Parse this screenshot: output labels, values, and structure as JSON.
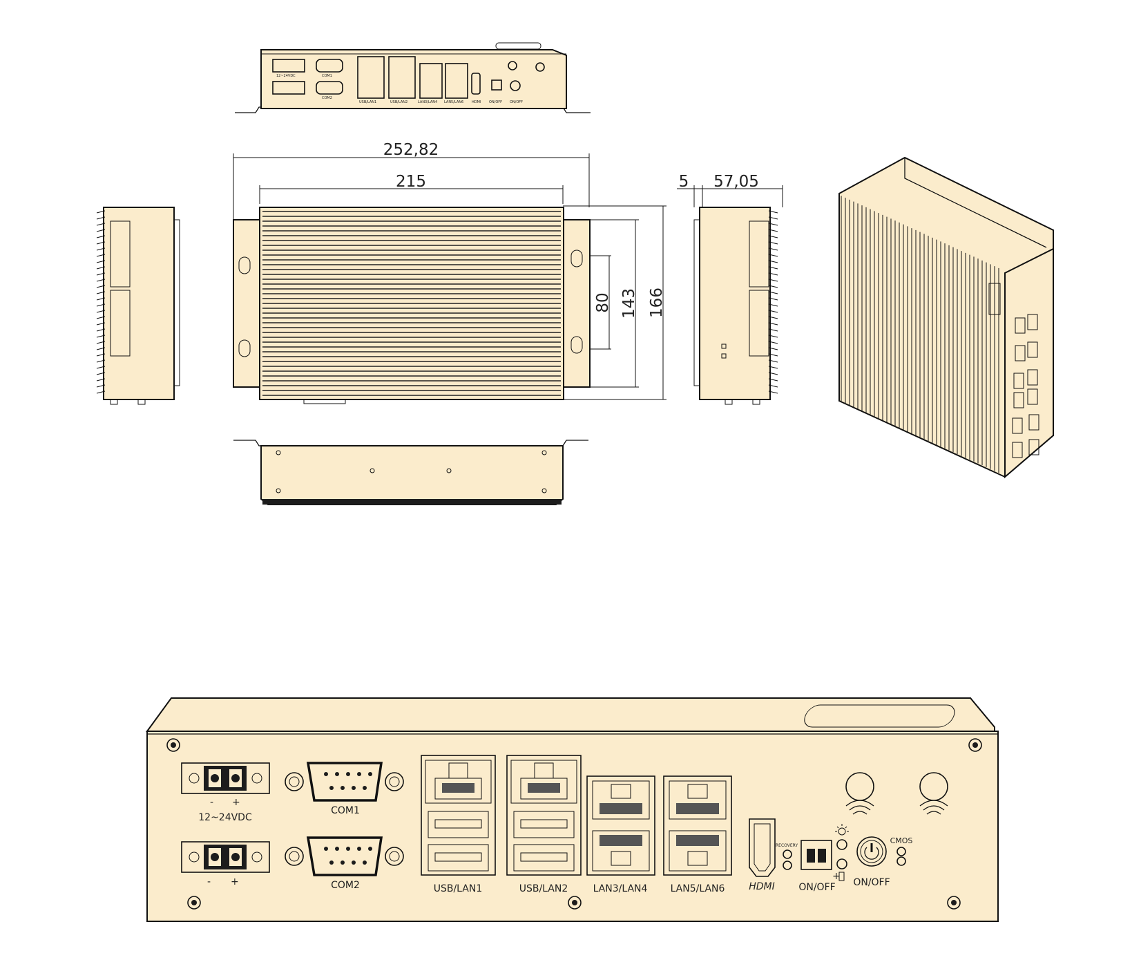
{
  "colors": {
    "body": "#fbeccc",
    "line": "#111111",
    "background": "#ffffff"
  },
  "dimensions": {
    "overall_width": "252,82",
    "inner_width": "215",
    "side_offset": "5",
    "side_depth": "57,05",
    "hole_spacing": "80",
    "flange_height": "143",
    "overall_height": "166"
  },
  "front_panel": {
    "power_input_label": "12~24VDC",
    "power_minus": "-",
    "power_plus": "+",
    "com1": "COM1",
    "com2": "COM2",
    "usb_lan1": "USB/LAN1",
    "usb_lan2": "USB/LAN2",
    "lan3_lan4": "LAN3/LAN4",
    "lan5_lan6": "LAN5/LAN6",
    "hdmi": "HDMI",
    "recovery": "RECOVERY",
    "on_off_switch": "ON/OFF",
    "power_button": "ON/OFF",
    "cmos": "CMOS",
    "switch_plus": "+"
  },
  "icons": {
    "wifi_antenna": "wifi-icon",
    "power": "power-icon",
    "led": "led-sun-icon"
  }
}
